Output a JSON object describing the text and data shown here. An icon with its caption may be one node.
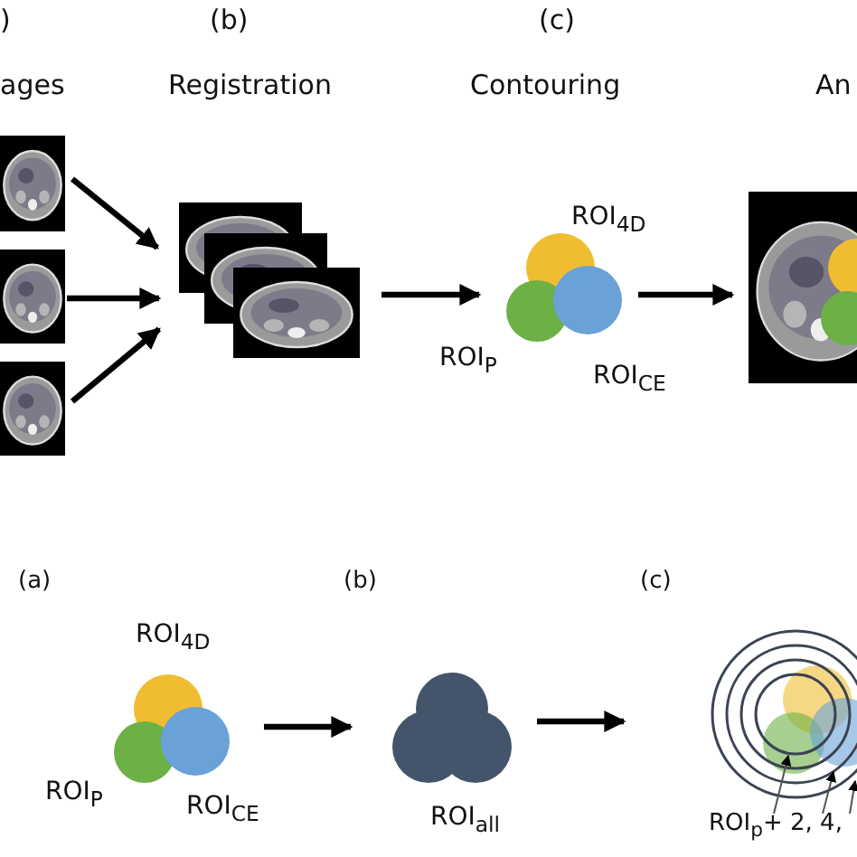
{
  "diagram": {
    "nodes": [
      {
        "text": [],
        "shape": "picture"
      },
      {
        "text": [],
        "shape": "picture"
      },
      {
        "text": [],
        "shape": "picture"
      },
      {
        "text": [],
        "shape": "picture"
      },
      {
        "text": [],
        "shape": "circle",
        "beside": [
          "ROI$_{4D}$",
          "ROI$_{P}$",
          "ROI$_{CE}$"
        ]
      },
      {
        "text": [],
        "shape": "picture"
      },
      {
        "text": [],
        "shape": "circle",
        "beside": [
          "ROI$_{4D}$",
          "ROI$_{P}$",
          "ROI$_{CE}$"
        ]
      },
      {
        "text": [],
        "shape": "cloud",
        "beside": [
          "ROI$_{all}$"
        ]
      },
      {
        "text": [],
        "shape": "circle"
      },
      {
        "text": [
          "ROI$_{p}$+ 2, 4,"
        ]
      }
    ],
    "edges": [
      {
        "from": 0,
        "to": 3,
        "arrow": "to"
      },
      {
        "from": 1,
        "to": 3,
        "arrow": "to"
      },
      {
        "from": 2,
        "to": 3,
        "arrow": "to"
      },
      {
        "from": 3,
        "to": 4,
        "arrow": "to"
      },
      {
        "from": 4,
        "to": 5,
        "arrow": "to"
      },
      {
        "from": 6,
        "to": 7,
        "arrow": "to"
      },
      {
        "from": 7,
        "to": 8,
        "arrow": "to"
      },
      {
        "from": 9,
        "to": 8,
        "arrow": "to"
      },
      {
        "from": 9,
        "to": 8,
        "arrow": "to"
      },
      {
        "from": 9,
        "to": 8,
        "arrow": "to"
      }
    ],
    "labels": [
      ")",
      "ages",
      "(b)",
      "Registration",
      "(c)",
      "Contouring",
      "An",
      "(a)",
      "(b)",
      "(c)"
    ]
  }
}
